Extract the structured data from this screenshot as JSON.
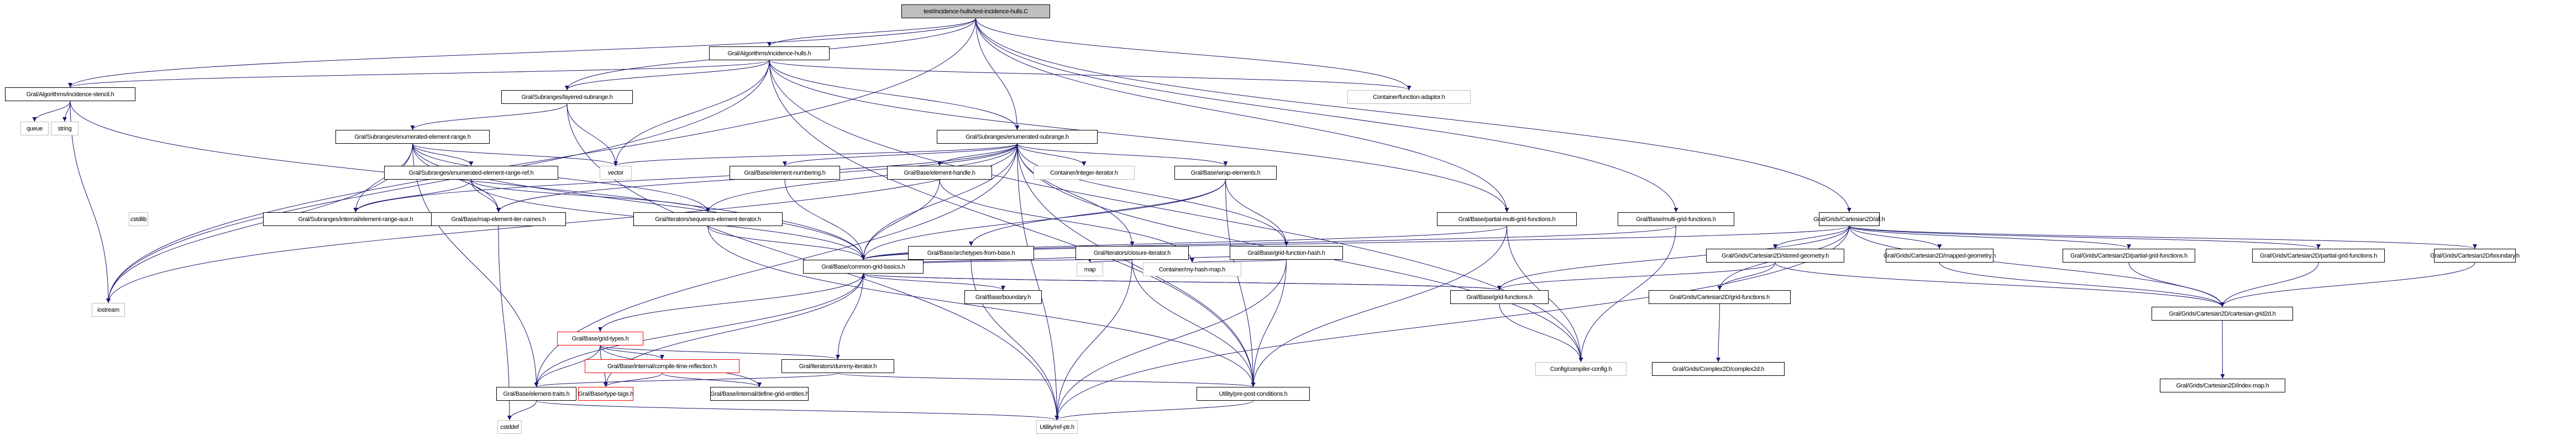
{
  "graph": {
    "title": "Include dependency graph for test/incidence-hulls/test-incidence-hulls.C",
    "colors": {
      "edge": "#191970",
      "root_fill": "#bfbfbf",
      "node_border": "#000000",
      "system_border": "#bfbfbf",
      "missing_border": "#ff0000"
    },
    "nodes": [
      {
        "id": "root",
        "label": "test/incidence-hulls/test-incidence-hulls.C",
        "kind": "root"
      },
      {
        "id": "hulls",
        "label": "Gral/Algorithms/incidence-hulls.h",
        "kind": "file"
      },
      {
        "id": "stencil",
        "label": "Gral/Algorithms/incidence-stencil.h",
        "kind": "file"
      },
      {
        "id": "queue",
        "label": "queue",
        "kind": "system"
      },
      {
        "id": "string",
        "label": "string",
        "kind": "system"
      },
      {
        "id": "iostream",
        "label": "iostream",
        "kind": "system"
      },
      {
        "id": "layered",
        "label": "Gral/Subranges/layered-subrange.h",
        "kind": "file"
      },
      {
        "id": "fadaptor",
        "label": "Container/function-adaptor.h",
        "kind": "system"
      },
      {
        "id": "eer",
        "label": "Gral/Subranges/enumerated-element-range.h",
        "kind": "file"
      },
      {
        "id": "esub",
        "label": "Gral/Subranges/enumerated-subrange.h",
        "kind": "file"
      },
      {
        "id": "vector",
        "label": "vector",
        "kind": "system"
      },
      {
        "id": "eerref",
        "label": "Gral/Subranges/enumerated-element-range-ref.h",
        "kind": "file"
      },
      {
        "id": "numbering",
        "label": "Gral/Base/element-numbering.h",
        "kind": "file"
      },
      {
        "id": "handle",
        "label": "Gral/Base/element-handle.h",
        "kind": "file"
      },
      {
        "id": "intiter",
        "label": "Container/integer-iterator.h",
        "kind": "system"
      },
      {
        "id": "wrap",
        "label": "Gral/Base/wrap-elements.h",
        "kind": "file"
      },
      {
        "id": "multigf",
        "label": "Gral/Base/multi-grid-functions.h",
        "kind": "file"
      },
      {
        "id": "c2dall",
        "label": "Gral/Grids/Cartesian2D/all.h",
        "kind": "file"
      },
      {
        "id": "eraux",
        "label": "Gral/Subranges/internal/element-range-aux.h",
        "kind": "file"
      },
      {
        "id": "mapnames",
        "label": "Gral/Base/map-element-iter-names.h",
        "kind": "file"
      },
      {
        "id": "seqiter",
        "label": "Gral/Iterators/sequence-element-iterator.h",
        "kind": "file"
      },
      {
        "id": "archetypes",
        "label": "Gral/Base/archetypes-from-base.h",
        "kind": "file"
      },
      {
        "id": "closure",
        "label": "Gral/Iterators/closure-iterator.h",
        "kind": "file"
      },
      {
        "id": "gfhash",
        "label": "Gral/Base/grid-function-hash.h",
        "kind": "file"
      },
      {
        "id": "partialmulti",
        "label": "Gral/Base/partial-multi-grid-functions.h",
        "kind": "file"
      },
      {
        "id": "stored",
        "label": "Gral/Grids/Cartesian2D/stored-geometry.h",
        "kind": "file"
      },
      {
        "id": "mapped",
        "label": "Gral/Grids/Cartesian2D/mapped-geometry.h",
        "kind": "file"
      },
      {
        "id": "pgf1",
        "label": "Gral/Grids/Cartesian2D/partial-grid-functions.h",
        "kind": "file"
      },
      {
        "id": "pgf2",
        "label": "Gral/Grids/Cartesian2D/partial-grid-functions.h",
        "kind": "file"
      },
      {
        "id": "c2dboundary",
        "label": "Gral/Grids/Cartesian2D/boundary.h",
        "kind": "file"
      },
      {
        "id": "cstdlib",
        "label": "cstdlib",
        "kind": "system"
      },
      {
        "id": "map",
        "label": "map",
        "kind": "system"
      },
      {
        "id": "hashmap",
        "label": "Container/my-hash-map.h",
        "kind": "system"
      },
      {
        "id": "cgb",
        "label": "Gral/Base/common-grid-basics.h",
        "kind": "file"
      },
      {
        "id": "bboundary",
        "label": "Gral/Base/boundary.h",
        "kind": "file"
      },
      {
        "id": "gridfunc",
        "label": "Gral/Base/grid-functions.h",
        "kind": "file"
      },
      {
        "id": "c2dgf",
        "label": "Gral/Grids/Cartesian2D/grid-functions.h",
        "kind": "file"
      },
      {
        "id": "cg2d",
        "label": "Gral/Grids/Cartesian2D/cartesian-grid2d.h",
        "kind": "file"
      },
      {
        "id": "gridtypes",
        "label": "Gral/Base/grid-types.h",
        "kind": "missing"
      },
      {
        "id": "reflect",
        "label": "Gral/Base/internal/compile-time-reflection.h",
        "kind": "missing"
      },
      {
        "id": "dummy",
        "label": "Gral/Iterators/dummy-iterator.h",
        "kind": "file"
      },
      {
        "id": "config",
        "label": "Config/compiler-config.h",
        "kind": "system"
      },
      {
        "id": "complex2d",
        "label": "Gral/Grids/Complex2D/complex2d.h",
        "kind": "file"
      },
      {
        "id": "indexmap",
        "label": "Gral/Grids/Cartesian2D/index-map.h",
        "kind": "file"
      },
      {
        "id": "traits",
        "label": "Gral/Base/element-traits.h",
        "kind": "file"
      },
      {
        "id": "typetags",
        "label": "Gral/Base/type-tags.h",
        "kind": "missing"
      },
      {
        "id": "defent",
        "label": "Gral/Base/internal/define-grid-entities.h",
        "kind": "file"
      },
      {
        "id": "prepost",
        "label": "Utility/pre-post-conditions.h",
        "kind": "file"
      },
      {
        "id": "cstddef",
        "label": "cstddef",
        "kind": "system"
      },
      {
        "id": "refptr",
        "label": "Utility/ref-ptr.h",
        "kind": "system"
      }
    ],
    "edges": [
      [
        "root",
        "hulls"
      ],
      [
        "root",
        "stencil"
      ],
      [
        "root",
        "layered"
      ],
      [
        "root",
        "fadaptor"
      ],
      [
        "root",
        "iostream"
      ],
      [
        "root",
        "esub"
      ],
      [
        "root",
        "partialmulti"
      ],
      [
        "root",
        "c2dall"
      ],
      [
        "root",
        "multigf"
      ],
      [
        "hulls",
        "stencil"
      ],
      [
        "hulls",
        "layered"
      ],
      [
        "hulls",
        "fadaptor"
      ],
      [
        "hulls",
        "esub"
      ],
      [
        "hulls",
        "vector"
      ],
      [
        "hulls",
        "iostream"
      ],
      [
        "hulls",
        "config"
      ],
      [
        "hulls",
        "prepost"
      ],
      [
        "hulls",
        "partialmulti"
      ],
      [
        "stencil",
        "queue"
      ],
      [
        "stencil",
        "string"
      ],
      [
        "stencil",
        "iostream"
      ],
      [
        "stencil",
        "cgb"
      ],
      [
        "layered",
        "eer"
      ],
      [
        "layered",
        "vector"
      ],
      [
        "layered",
        "refptr"
      ],
      [
        "eer",
        "eerref"
      ],
      [
        "eer",
        "vector"
      ],
      [
        "eer",
        "eraux"
      ],
      [
        "eer",
        "mapnames"
      ],
      [
        "eer",
        "seqiter"
      ],
      [
        "eer",
        "cgb"
      ],
      [
        "eer",
        "iostream"
      ],
      [
        "eer",
        "traits"
      ],
      [
        "eerref",
        "eraux"
      ],
      [
        "eerref",
        "mapnames"
      ],
      [
        "eerref",
        "seqiter"
      ],
      [
        "eerref",
        "cgb"
      ],
      [
        "esub",
        "vector"
      ],
      [
        "esub",
        "numbering"
      ],
      [
        "esub",
        "handle"
      ],
      [
        "esub",
        "intiter"
      ],
      [
        "esub",
        "wrap"
      ],
      [
        "esub",
        "closure"
      ],
      [
        "esub",
        "gfhash"
      ],
      [
        "esub",
        "cgb"
      ],
      [
        "esub",
        "eraux"
      ],
      [
        "esub",
        "mapnames"
      ],
      [
        "esub",
        "seqiter"
      ],
      [
        "esub",
        "iostream"
      ],
      [
        "esub",
        "config"
      ],
      [
        "esub",
        "refptr"
      ],
      [
        "esub",
        "prepost"
      ],
      [
        "esub",
        "traits"
      ],
      [
        "numbering",
        "cgb"
      ],
      [
        "handle",
        "cgb"
      ],
      [
        "handle",
        "hashmap"
      ],
      [
        "wrap",
        "archetypes"
      ],
      [
        "wrap",
        "gfhash"
      ],
      [
        "wrap",
        "cgb"
      ],
      [
        "wrap",
        "prepost"
      ],
      [
        "closure",
        "cgb"
      ],
      [
        "closure",
        "map"
      ],
      [
        "closure",
        "prepost"
      ],
      [
        "closure",
        "refptr"
      ],
      [
        "gfhash",
        "cgb"
      ],
      [
        "gfhash",
        "hashmap"
      ],
      [
        "gfhash",
        "prepost"
      ],
      [
        "gfhash",
        "refptr"
      ],
      [
        "archetypes",
        "cgb"
      ],
      [
        "archetypes",
        "refptr"
      ],
      [
        "seqiter",
        "cgb"
      ],
      [
        "seqiter",
        "prepost"
      ],
      [
        "partialmulti",
        "cgb"
      ],
      [
        "partialmulti",
        "config"
      ],
      [
        "partialmulti",
        "prepost"
      ],
      [
        "multigf",
        "cgb"
      ],
      [
        "multigf",
        "config"
      ],
      [
        "c2dall",
        "stored"
      ],
      [
        "c2dall",
        "mapped"
      ],
      [
        "c2dall",
        "pgf1"
      ],
      [
        "c2dall",
        "pgf2"
      ],
      [
        "c2dall",
        "c2dboundary"
      ],
      [
        "c2dall",
        "c2dgf"
      ],
      [
        "c2dall",
        "cg2d"
      ],
      [
        "c2dall",
        "cgb"
      ],
      [
        "c2dall",
        "gridfunc"
      ],
      [
        "c2dall",
        "refptr"
      ],
      [
        "stored",
        "c2dgf"
      ],
      [
        "stored",
        "gridfunc"
      ],
      [
        "stored",
        "cg2d"
      ],
      [
        "mapped",
        "cg2d"
      ],
      [
        "pgf1",
        "cg2d"
      ],
      [
        "pgf2",
        "cg2d"
      ],
      [
        "c2dboundary",
        "cg2d"
      ],
      [
        "c2dgf",
        "complex2d"
      ],
      [
        "cg2d",
        "indexmap"
      ],
      [
        "cgb",
        "gridtypes"
      ],
      [
        "cgb",
        "bboundary"
      ],
      [
        "cgb",
        "gridfunc"
      ],
      [
        "cgb",
        "traits"
      ],
      [
        "cgb",
        "typetags"
      ],
      [
        "gridfunc",
        "cgb"
      ],
      [
        "gridfunc",
        "config"
      ],
      [
        "gridtypes",
        "reflect"
      ],
      [
        "gridtypes",
        "dummy"
      ],
      [
        "gridtypes",
        "traits"
      ],
      [
        "gridtypes",
        "typetags"
      ],
      [
        "gridtypes",
        "defent"
      ],
      [
        "reflect",
        "typetags"
      ],
      [
        "reflect",
        "defent"
      ],
      [
        "dummy",
        "cgb"
      ],
      [
        "dummy",
        "traits"
      ],
      [
        "dummy",
        "prepost"
      ],
      [
        "traits",
        "cstddef"
      ],
      [
        "traits",
        "refptr"
      ],
      [
        "prepost",
        "refptr"
      ],
      [
        "mapnames",
        "cstddef"
      ]
    ]
  }
}
